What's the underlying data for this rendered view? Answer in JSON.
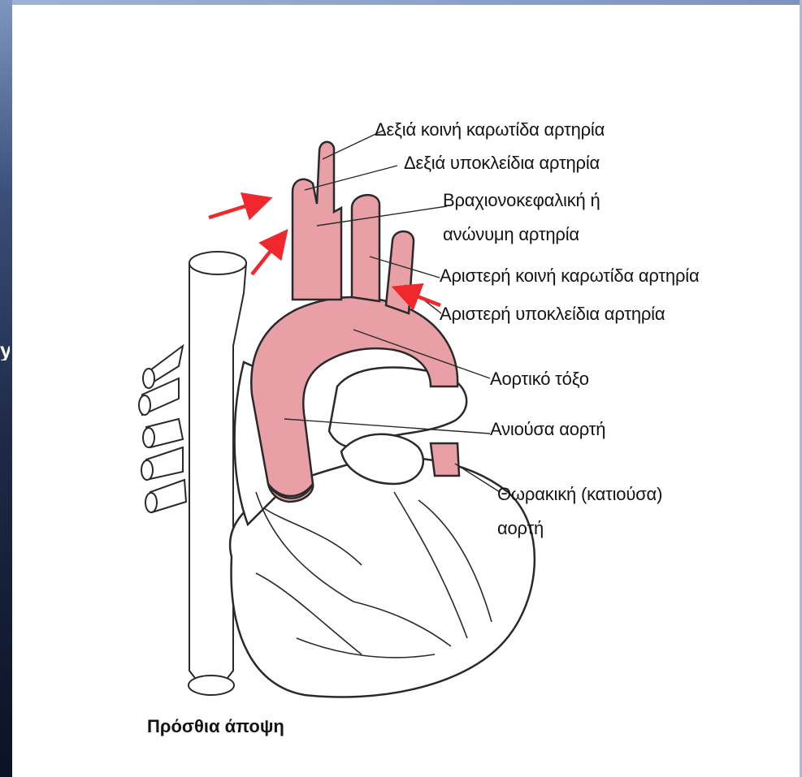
{
  "frame": {
    "edge_glyph": "y"
  },
  "labels": {
    "right_common_carotid": "Δεξιά κοινή καρωτίδα αρτηρία",
    "right_subclavian": "Δεξιά υποκλείδια αρτηρία",
    "brachiocephalic_line1": "Βραχιονοκεφαλική ή",
    "brachiocephalic_line2": "ανώνυμη αρτηρία",
    "left_common_carotid": "Αριστερή κοινή καρωτίδα αρτηρία",
    "left_subclavian": "Αριστερή υποκλείδια αρτηρία",
    "aortic_arch": "Αορτικό τόξο",
    "ascending_aorta": "Ανιούσα αορτή",
    "thoracic_line1": "Θωρακική (κατιούσα)",
    "thoracic_line2": "αορτή"
  },
  "caption": "Πρόσθια άποψη",
  "colors": {
    "artery_fill": "#e8a0a6",
    "artery_outline": "#2a2a2a",
    "arrow": "#f0282d",
    "frame_dark": "#1e2a48",
    "frame_light": "#7d96c0"
  }
}
